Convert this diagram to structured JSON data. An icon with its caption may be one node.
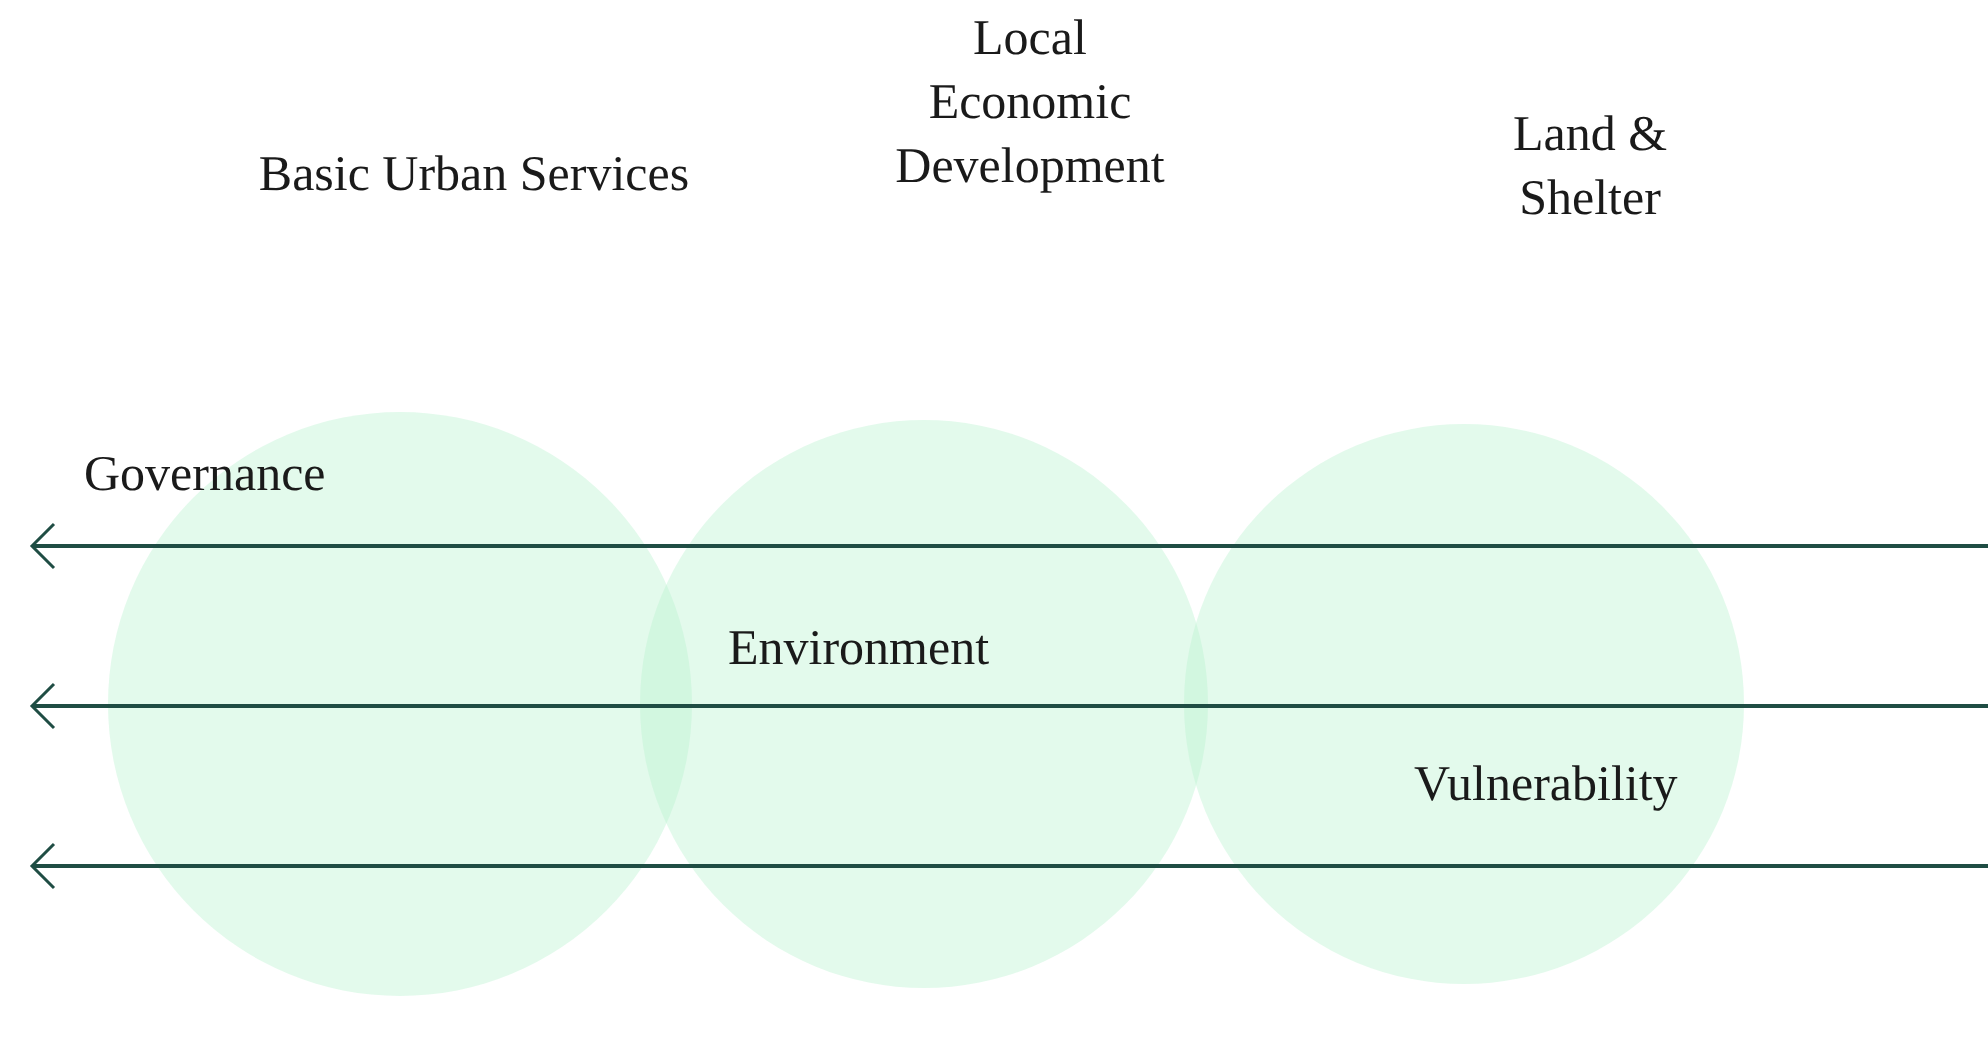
{
  "diagram": {
    "nodes": [
      {
        "text": [
          "Basic Urban Services"
        ]
      },
      {
        "text": [
          "Local Economic Development"
        ]
      },
      {
        "text": [
          "Land & Shelter"
        ]
      }
    ],
    "labels": [
      "Governance",
      "Environment",
      "Vulnerability"
    ]
  }
}
